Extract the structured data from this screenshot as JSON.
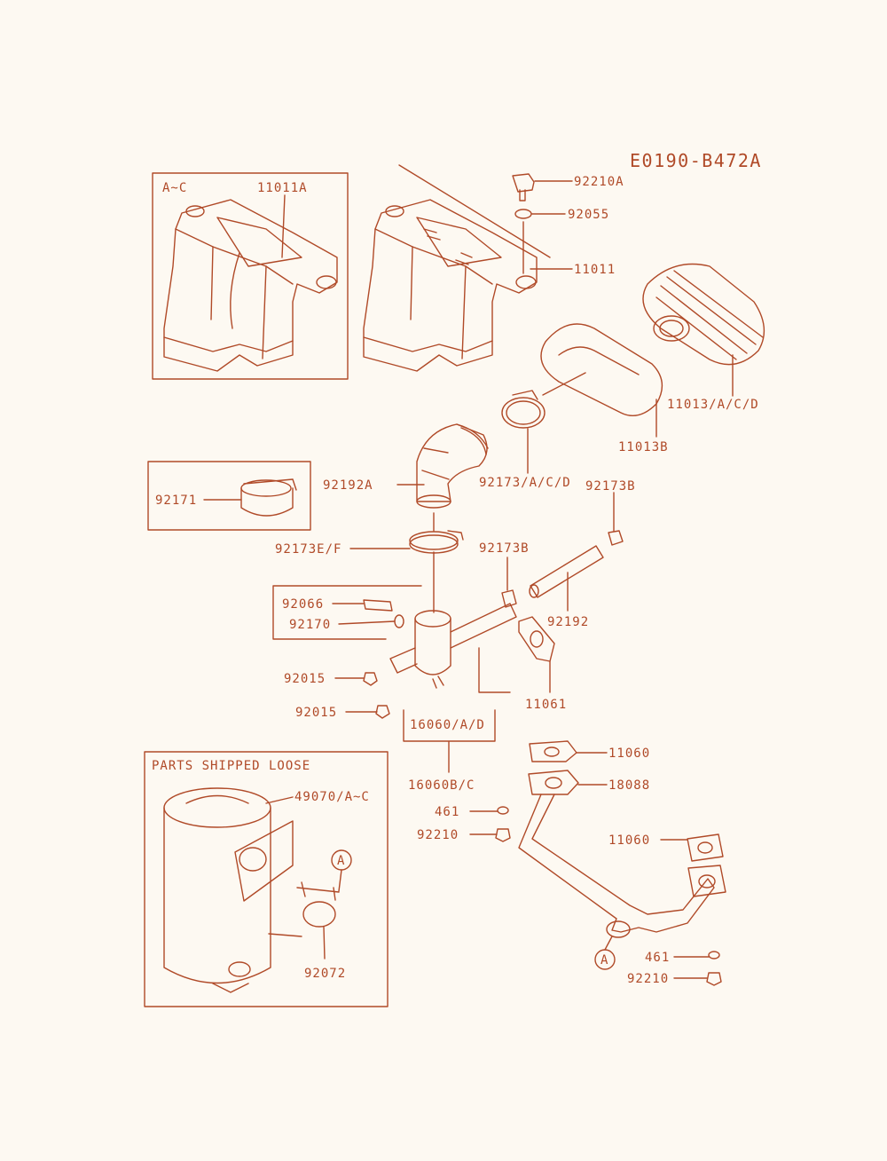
{
  "diagram_code": "E0190-B472A",
  "ink_color": "#b04a28",
  "background_color": "#fdf9f2",
  "boxes": {
    "range_box_label": "A~C",
    "loose_box_title": "PARTS SHIPPED LOOSE"
  },
  "callouts": {
    "11011A": "11011A",
    "92210A": "92210A",
    "92055": "92055",
    "11011": "11011",
    "11013_acd": "11013/A/C/D",
    "11013B": "11013B",
    "92192A": "92192A",
    "92173_acd": "92173/A/C/D",
    "92173B_top": "92173B",
    "92171": "92171",
    "92173EF": "92173E/F",
    "92173B_mid": "92173B",
    "92192": "92192",
    "92066": "92066",
    "92170": "92170",
    "92015_a": "92015",
    "92015_b": "92015",
    "11061": "11061",
    "16060_ad": "16060/A/D",
    "16060_bc": "16060B/C",
    "11060_a": "11060",
    "18088": "18088",
    "461_a": "461",
    "92210_a": "92210",
    "11060_b": "11060",
    "461_b": "461",
    "92210_b": "92210",
    "49070": "49070/A~C",
    "92072": "92072",
    "ref_A_1": "A",
    "ref_A_2": "A"
  }
}
